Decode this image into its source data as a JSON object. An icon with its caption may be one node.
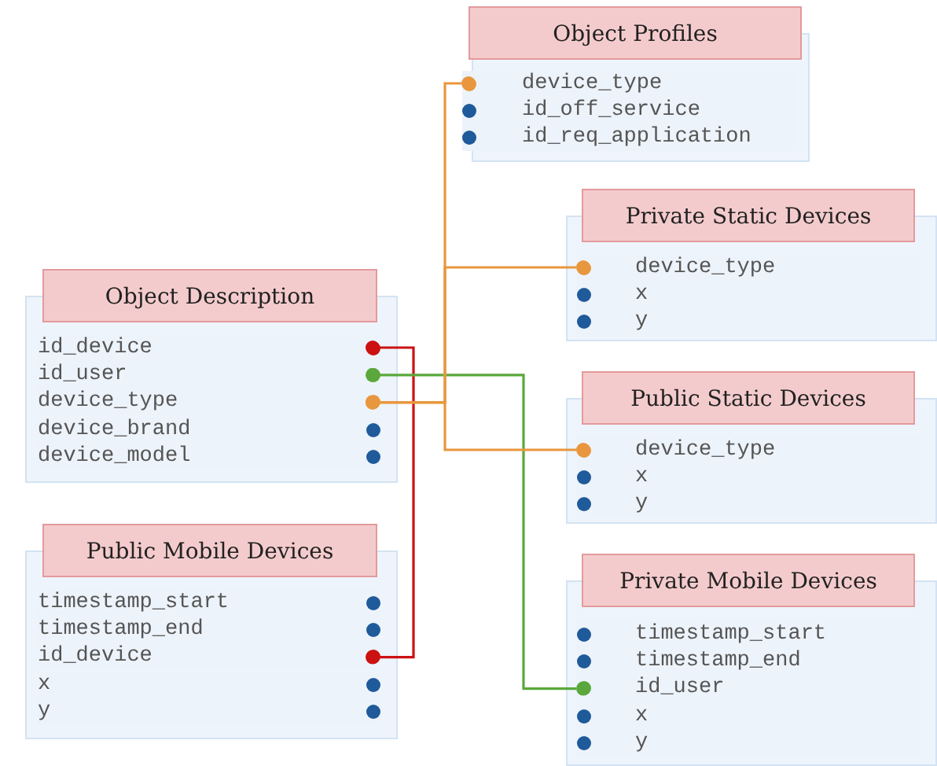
{
  "diagram": {
    "nodes": [
      {
        "text": [
          "Object Profiles"
        ]
      },
      {
        "text": [
          "device_type"
        ],
        "in": 0
      },
      {
        "text": [
          "id_off_service"
        ],
        "in": 0
      },
      {
        "text": [
          "id_req_application"
        ],
        "in": 0
      },
      {
        "text": [
          "Private Static Devices"
        ]
      },
      {
        "text": [
          "device_type"
        ],
        "in": 4
      },
      {
        "text": [
          "x"
        ],
        "in": 4
      },
      {
        "text": [
          "y"
        ],
        "in": 4
      },
      {
        "text": [
          "Object Description"
        ]
      },
      {
        "text": [
          "id_device"
        ],
        "in": 8
      },
      {
        "text": [
          "id_user"
        ],
        "in": 8
      },
      {
        "text": [
          "device_type"
        ],
        "in": 8
      },
      {
        "text": [
          "device_brand"
        ],
        "in": 8
      },
      {
        "text": [
          "device_model"
        ],
        "in": 8
      },
      {
        "text": [
          "Public Static Devices"
        ]
      },
      {
        "text": [
          "device_type"
        ],
        "in": 14
      },
      {
        "text": [
          "x"
        ],
        "in": 14
      },
      {
        "text": [
          "y"
        ],
        "in": 14
      },
      {
        "text": [
          "Public Mobile Devices"
        ]
      },
      {
        "text": [
          "timestamp_start"
        ],
        "in": 18
      },
      {
        "text": [
          "timestamp_end"
        ],
        "in": 18
      },
      {
        "text": [
          "id_device"
        ],
        "in": 18
      },
      {
        "text": [
          "x"
        ],
        "in": 18
      },
      {
        "text": [
          "y"
        ],
        "in": 18
      },
      {
        "text": [
          "Private Mobile Devices"
        ]
      },
      {
        "text": [
          "timestamp_start"
        ],
        "in": 24
      },
      {
        "text": [
          "timestamp_end"
        ],
        "in": 24
      },
      {
        "text": [
          "id_user"
        ],
        "in": 24
      },
      {
        "text": [
          "x"
        ],
        "in": 24
      },
      {
        "text": [
          "y"
        ],
        "in": 24
      }
    ],
    "edges": [
      {
        "from": 9,
        "to": 21,
        "arrow": "other",
        "color": "#cc1111"
      },
      {
        "from": 10,
        "to": 27,
        "arrow": "other",
        "color": "#5aa83c"
      },
      {
        "from": 11,
        "to": 1,
        "arrow": "other",
        "color": "#e8973e"
      },
      {
        "from": 11,
        "to": 5,
        "arrow": "other",
        "color": "#e8973e"
      },
      {
        "from": 11,
        "to": 15,
        "arrow": "other",
        "color": "#e8973e"
      }
    ]
  }
}
